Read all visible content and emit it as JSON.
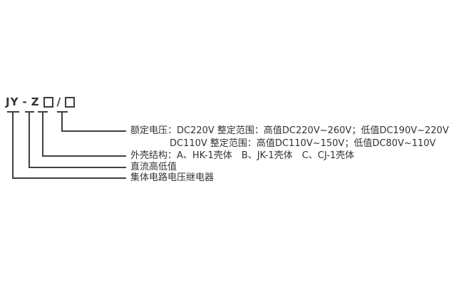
{
  "model": {
    "part1": "JY",
    "dash": "-",
    "part2": "Z",
    "slash": "/",
    "placeholder_box_icon": "□"
  },
  "callouts": [
    {
      "lines": [
        "额定电压：DC220V 整定范围：高值DC220V~260V；低值DC190V~220V",
        "DC110V 整定范围：高值DC110V~150V；低值DC80V~110V"
      ]
    },
    {
      "lines": [
        "外壳结构：A、HK-1壳体　B、JK-1壳体　C、CJ-1壳体"
      ]
    },
    {
      "lines": [
        "直流高低值"
      ]
    },
    {
      "lines": [
        "集体电路电压继电器"
      ]
    }
  ],
  "colors": {
    "text": "#333333",
    "line": "#404040",
    "background": "#ffffff"
  }
}
